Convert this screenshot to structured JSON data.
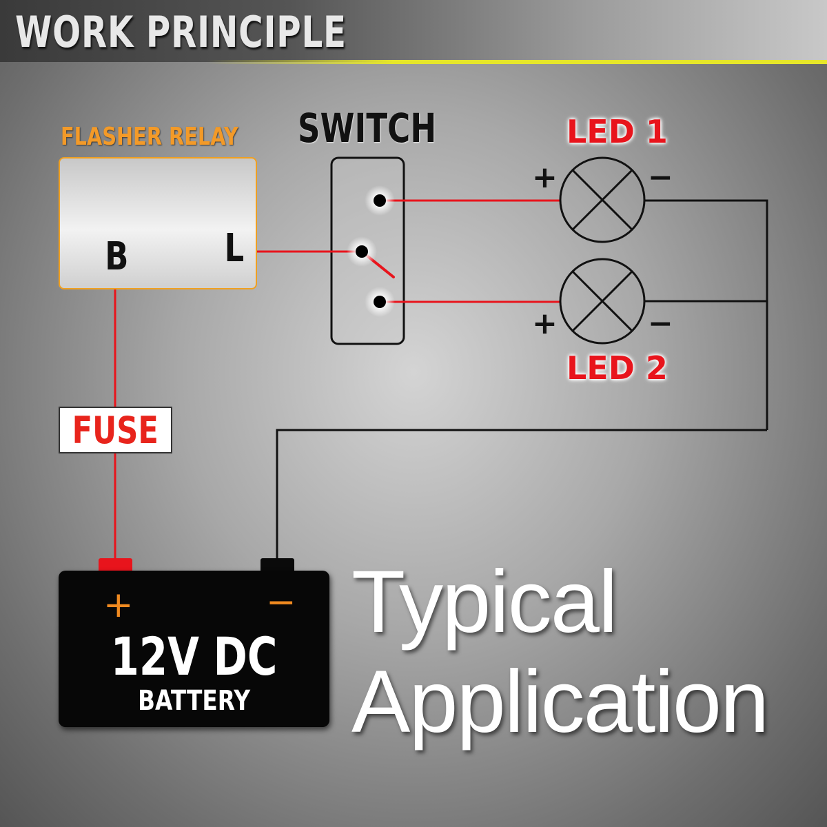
{
  "header": {
    "title": "WORK PRINCIPLE"
  },
  "relay": {
    "label": "FLASHER RELAY",
    "pin_b": "B",
    "pin_l": "L"
  },
  "switch": {
    "label": "SWITCH"
  },
  "leds": [
    {
      "label": "LED 1",
      "plus": "+",
      "minus": "−"
    },
    {
      "label": "LED 2",
      "plus": "+",
      "minus": "−"
    }
  ],
  "fuse": {
    "label": "FUSE"
  },
  "battery": {
    "plus": "+",
    "minus": "−",
    "voltage": "12V DC",
    "name": "BATTERY"
  },
  "caption": {
    "line1": "Typical",
    "line2": "Application"
  },
  "colors": {
    "wire_positive": "#e8141c",
    "wire_negative": "#111111",
    "accent": "#f39a28",
    "stripe": "#e6e62a"
  }
}
